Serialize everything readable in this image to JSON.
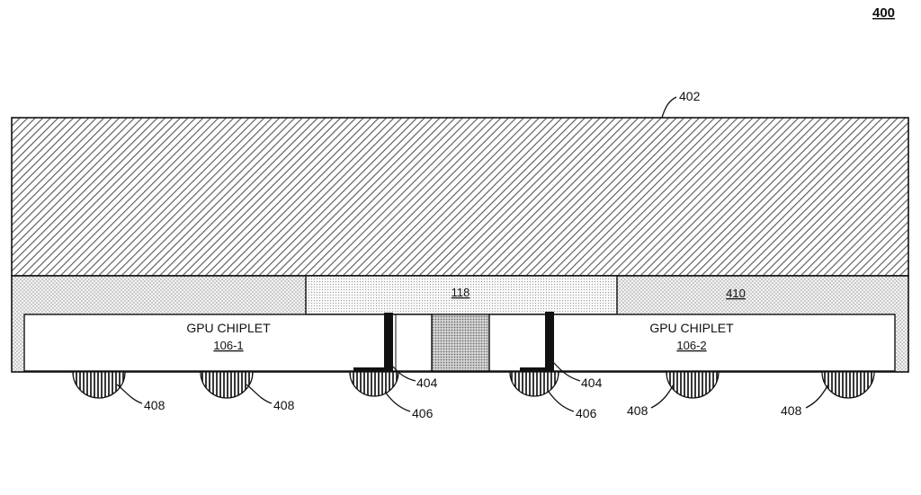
{
  "figure_number": "400",
  "labels": {
    "heat_spreader": "402",
    "bridge": "118",
    "molding": "410",
    "via_1": "404",
    "via_2": "404",
    "pad_1": "406",
    "pad_2": "406",
    "bump_1": "408",
    "bump_2": "408",
    "bump_5": "408",
    "bump_6": "408"
  },
  "chiplet_1": {
    "name": "GPU CHIPLET",
    "ref": "106-1"
  },
  "chiplet_2": {
    "name": "GPU CHIPLET",
    "ref": "106-2"
  }
}
